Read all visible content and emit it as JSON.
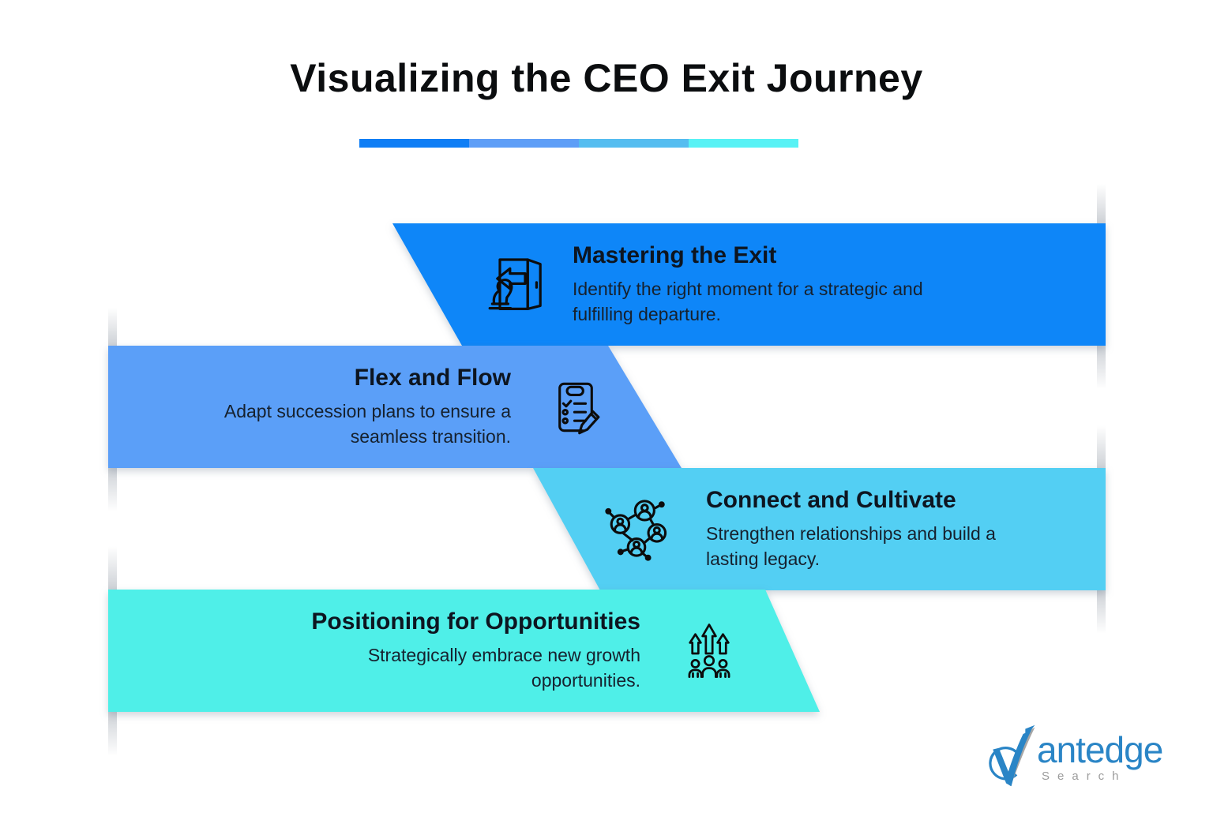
{
  "title": "Visualizing the CEO Exit Journey",
  "divider": {
    "colors": [
      "#0F7EF5",
      "#5E9EF7",
      "#55BDF0",
      "#58F2F5"
    ]
  },
  "steps": [
    {
      "heading": "Mastering the Exit",
      "description": "Identify the right moment for a strategic and fulfilling departure.",
      "color": "#0E86F8",
      "icon": "exit-door-chess-knight-icon",
      "text_align": "left"
    },
    {
      "heading": "Flex and Flow",
      "description": "Adapt succession plans to ensure a seamless transition.",
      "color": "#5B9FF8",
      "icon": "checklist-pencil-icon",
      "text_align": "right"
    },
    {
      "heading": "Connect and Cultivate",
      "description": "Strengthen relationships and build a lasting legacy.",
      "color": "#53CFF3",
      "icon": "network-people-icon",
      "text_align": "left"
    },
    {
      "heading": "Positioning for Opportunities",
      "description": "Strategically embrace new growth opportunities.",
      "color": "#4FEFE8",
      "icon": "growth-team-arrows-icon",
      "text_align": "right"
    }
  ],
  "logo": {
    "brand": "Vantedge",
    "wordmark_rest": "antedge",
    "tagline": "Search",
    "blue": "#2A85C6",
    "gray": "#9B9B9B"
  }
}
